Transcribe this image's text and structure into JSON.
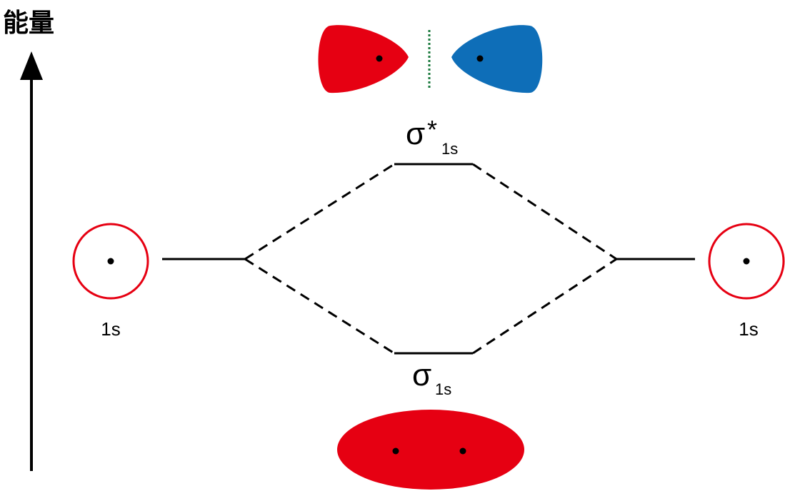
{
  "axis": {
    "label": "能量"
  },
  "left_atom": {
    "label": "1s"
  },
  "right_atom": {
    "label": "1s"
  },
  "antibonding": {
    "symbol": "σ",
    "superscript": "*",
    "subscript": "1s"
  },
  "bonding": {
    "symbol": "σ",
    "subscript": "1s"
  },
  "colors": {
    "red": "#e60012",
    "blue": "#0e6eb8",
    "node_line": "#1b7a3e",
    "line": "#000000"
  }
}
